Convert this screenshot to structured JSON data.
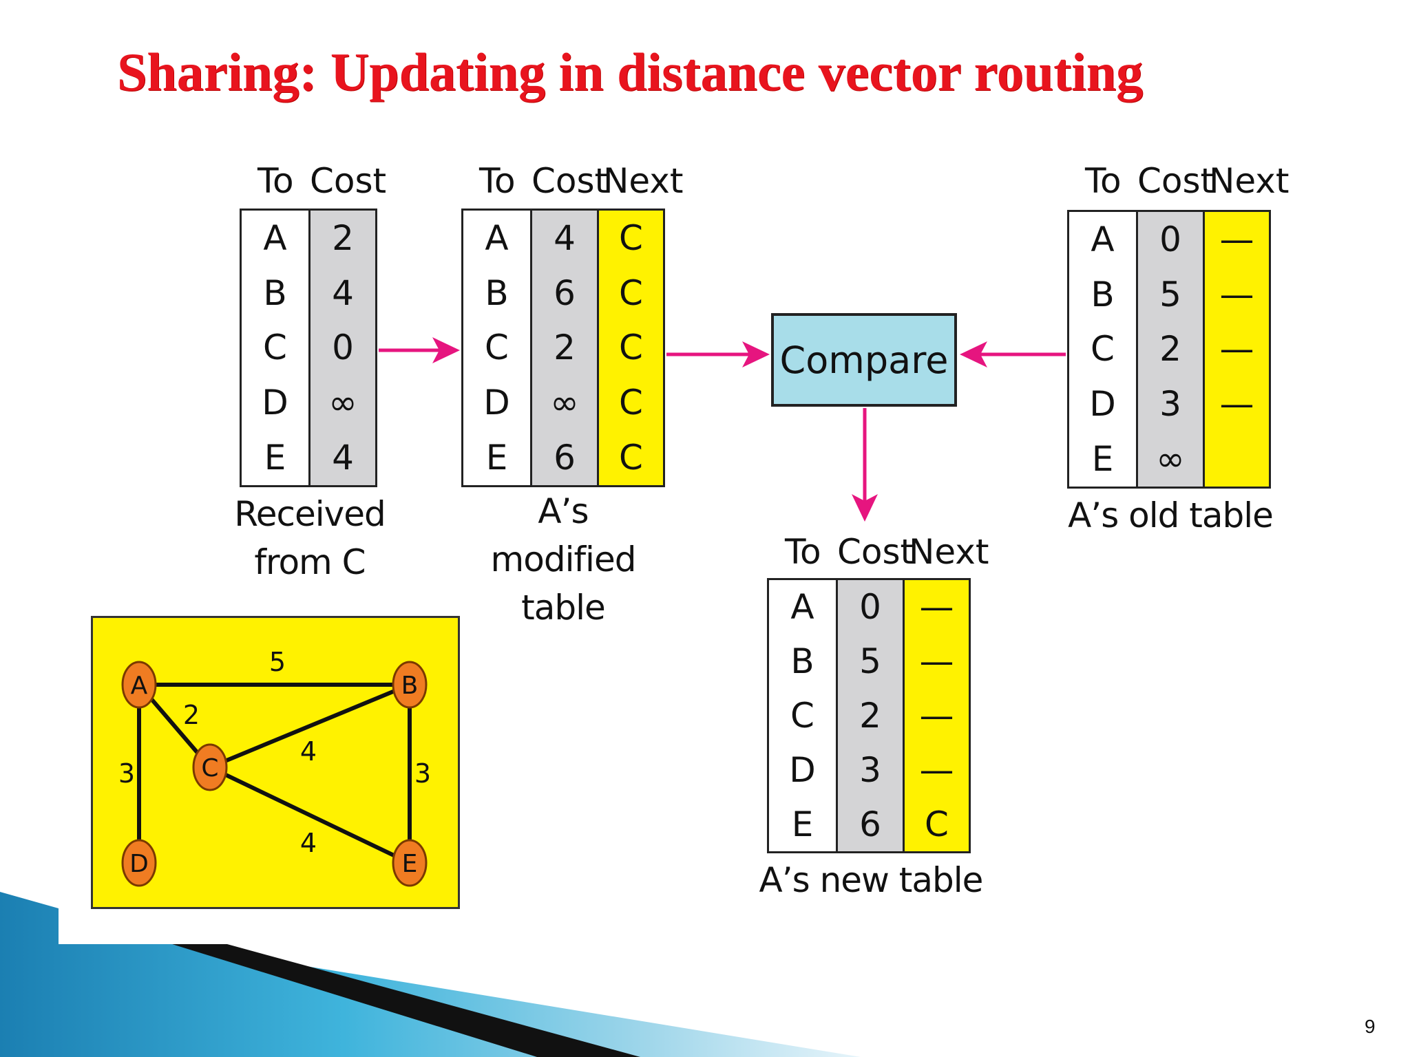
{
  "slide": {
    "title": "Sharing: Updating in distance vector routing",
    "page_number": "9"
  },
  "headers": {
    "to": "To",
    "cost": "Cost",
    "next": "Next"
  },
  "received": {
    "caption_line1": "Received",
    "caption_line2": "from C",
    "rows": [
      {
        "to": "A",
        "cost": "2"
      },
      {
        "to": "B",
        "cost": "4"
      },
      {
        "to": "C",
        "cost": "0"
      },
      {
        "to": "D",
        "cost": "∞"
      },
      {
        "to": "E",
        "cost": "4"
      }
    ]
  },
  "modified": {
    "caption_line1": "A’s modified",
    "caption_line2": "table",
    "rows": [
      {
        "to": "A",
        "cost": "4",
        "next": "C"
      },
      {
        "to": "B",
        "cost": "6",
        "next": "C"
      },
      {
        "to": "C",
        "cost": "2",
        "next": "C"
      },
      {
        "to": "D",
        "cost": "∞",
        "next": "C"
      },
      {
        "to": "E",
        "cost": "6",
        "next": "C"
      }
    ]
  },
  "old": {
    "caption": "A’s old table",
    "rows": [
      {
        "to": "A",
        "cost": "0",
        "next": "—"
      },
      {
        "to": "B",
        "cost": "5",
        "next": "—"
      },
      {
        "to": "C",
        "cost": "2",
        "next": "—"
      },
      {
        "to": "D",
        "cost": "3",
        "next": "—"
      },
      {
        "to": "E",
        "cost": "∞",
        "next": ""
      }
    ]
  },
  "new": {
    "caption": "A’s new table",
    "rows": [
      {
        "to": "A",
        "cost": "0",
        "next": "—"
      },
      {
        "to": "B",
        "cost": "5",
        "next": "—"
      },
      {
        "to": "C",
        "cost": "2",
        "next": "—"
      },
      {
        "to": "D",
        "cost": "3",
        "next": "—"
      },
      {
        "to": "E",
        "cost": "6",
        "next": "C"
      }
    ]
  },
  "compare": {
    "label": "Compare"
  },
  "graph": {
    "nodes": [
      "A",
      "B",
      "C",
      "D",
      "E"
    ],
    "edges": [
      {
        "from": "A",
        "to": "B",
        "weight": "5"
      },
      {
        "from": "A",
        "to": "C",
        "weight": "2"
      },
      {
        "from": "A",
        "to": "D",
        "weight": "3"
      },
      {
        "from": "C",
        "to": "B",
        "weight": "4"
      },
      {
        "from": "C",
        "to": "E",
        "weight": "4"
      },
      {
        "from": "B",
        "to": "E",
        "weight": "3"
      }
    ]
  },
  "colors": {
    "title": "#e8141e",
    "arrow": "#e6157f",
    "next_column": "#fff200",
    "cost_column": "#d4d4d6",
    "compare_box": "#a8dde9",
    "node_fill": "#f07c22"
  }
}
